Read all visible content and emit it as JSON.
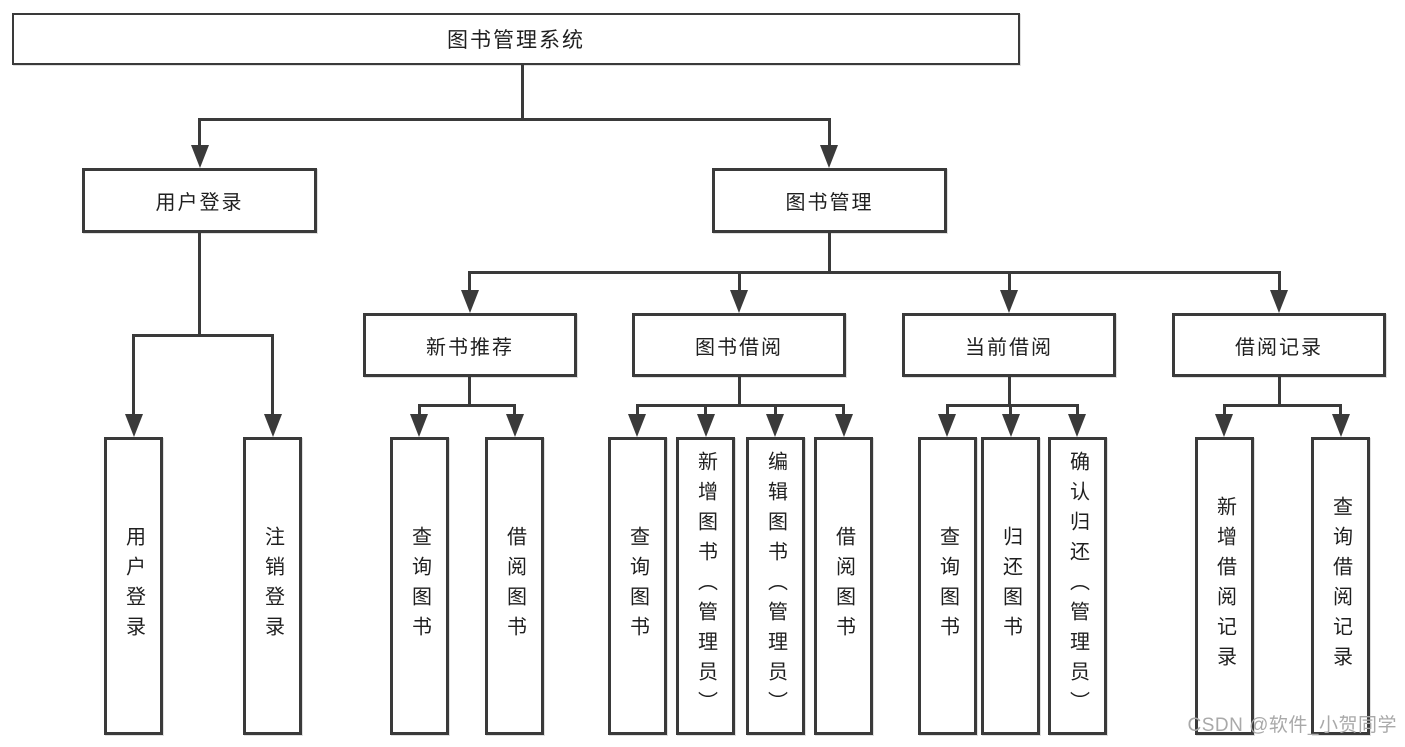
{
  "diagram": {
    "root": {
      "label": "图书管理系统"
    },
    "branches": [
      {
        "label": "用户登录",
        "children": [
          {
            "label": "用户登录"
          },
          {
            "label": "注销登录"
          }
        ]
      },
      {
        "label": "图书管理",
        "children": [
          {
            "label": "新书推荐",
            "children": [
              {
                "label": "查询图书"
              },
              {
                "label": "借阅图书"
              }
            ]
          },
          {
            "label": "图书借阅",
            "children": [
              {
                "label": "查询图书"
              },
              {
                "label": "新增图书（管理员）"
              },
              {
                "label": "编辑图书（管理员）"
              },
              {
                "label": "借阅图书"
              }
            ]
          },
          {
            "label": "当前借阅",
            "children": [
              {
                "label": "查询图书"
              },
              {
                "label": "归还图书"
              },
              {
                "label": "确认归还（管理员）"
              }
            ]
          },
          {
            "label": "借阅记录",
            "children": [
              {
                "label": "新增借阅记录"
              },
              {
                "label": "查询借阅记录"
              }
            ]
          }
        ]
      }
    ],
    "watermark": "CSDN @软件_小贺同学"
  },
  "colors": {
    "background": "#ffffff",
    "line": "#3a3a3a",
    "box_border": "#3a3a3a",
    "box_fill": "#ffffff",
    "text": "#1f1f1f",
    "watermark": "#a9a9a9"
  }
}
